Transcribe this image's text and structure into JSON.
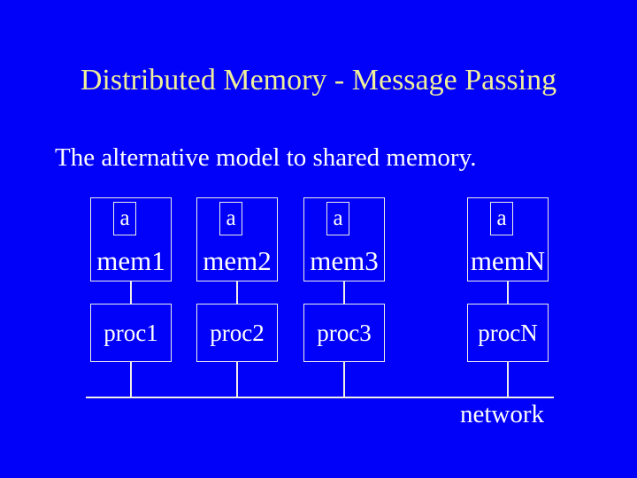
{
  "slide": {
    "title": "Distributed Memory - Message Passing",
    "subtitle": "The alternative model to shared memory.",
    "colors": {
      "background": "#0101fa",
      "title_text": "#efee9b",
      "body_text": "#ffffff",
      "line": "#efefe8"
    }
  },
  "diagram": {
    "network_label": "network",
    "nodes": [
      {
        "variable": "a",
        "memory": "mem1",
        "processor": "proc1"
      },
      {
        "variable": "a",
        "memory": "mem2",
        "processor": "proc2"
      },
      {
        "variable": "a",
        "memory": "mem3",
        "processor": "proc3"
      },
      {
        "variable": "a",
        "memory": "memN",
        "processor": "procN"
      }
    ]
  }
}
